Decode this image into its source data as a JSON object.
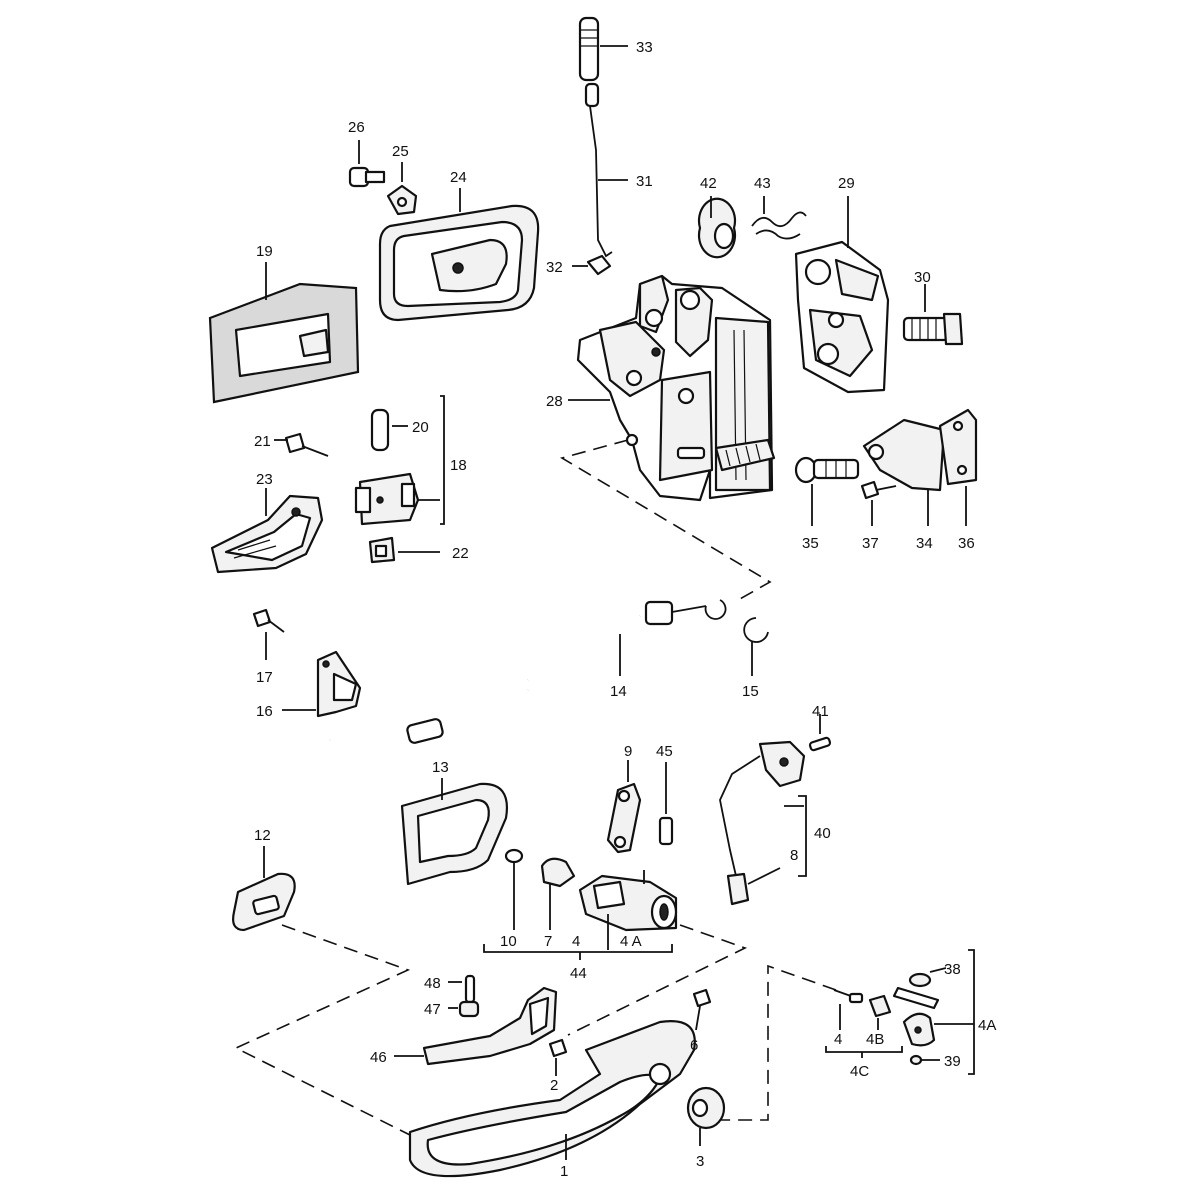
{
  "labels": {
    "p1": "1",
    "p2": "2",
    "p3": "3",
    "p4a": "4",
    "p4b": "4",
    "p4A": "4 A",
    "p4A_r": "4A",
    "p4B": "4B",
    "p4C": "4C",
    "p6": "6",
    "p7": "7",
    "p8": "8",
    "p9": "9",
    "p10": "10",
    "p12": "12",
    "p13": "13",
    "p14": "14",
    "p15": "15",
    "p16": "16",
    "p17": "17",
    "p18": "18",
    "p19": "19",
    "p20": "20",
    "p21": "21",
    "p22": "22",
    "p23": "23",
    "p24": "24",
    "p25": "25",
    "p26": "26",
    "p28": "28",
    "p29": "29",
    "p30": "30",
    "p31": "31",
    "p32": "32",
    "p33": "33",
    "p34": "34",
    "p35": "35",
    "p36": "36",
    "p37": "37",
    "p38": "38",
    "p39": "39",
    "p40": "40",
    "p41": "41",
    "p42": "42",
    "p43": "43",
    "p44": "44",
    "p45": "45",
    "p46": "46",
    "p47": "47",
    "p48": "48"
  }
}
